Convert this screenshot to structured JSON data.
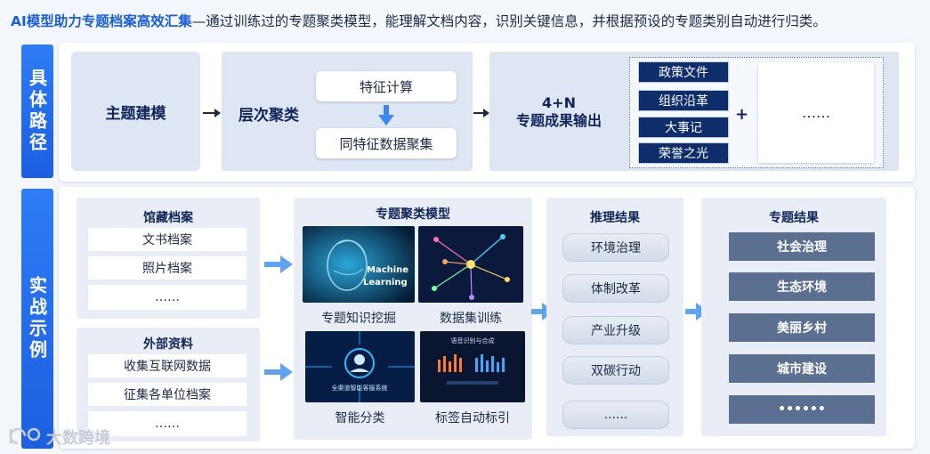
{
  "header": {
    "highlight": "AI模型助力专题档案高效汇集",
    "rest": "—通过训练过的专题聚类模型，能理解文档内容，识别关键信息，并根据预设的专题类别自动进行归类。"
  },
  "path_section": {
    "side_label": "具体路径",
    "step1": "主题建模",
    "step2": "层次聚类",
    "feature_calc": "特征计算",
    "feature_cluster": "同特征数据聚集",
    "output_line1": "4+N",
    "output_line2": "专题成果输出",
    "outputs": [
      "政策文件",
      "组织沿革",
      "大事记",
      "荣誉之光"
    ],
    "plus": "+",
    "more": "……"
  },
  "example_section": {
    "side_label": "实战示例",
    "collection": {
      "title": "馆藏档案",
      "items": [
        "文书档案",
        "照片档案",
        "……"
      ]
    },
    "external": {
      "title": "外部资料",
      "items": [
        "收集互联网数据",
        "征集各单位档案",
        "……"
      ]
    },
    "model": {
      "title": "专题聚类模型",
      "captions": [
        "专题知识挖掘",
        "数据集训练",
        "智能分类",
        "标签自动标引"
      ],
      "img1_text": [
        "Machine",
        "Learning"
      ],
      "img3_text": "全渠道智能客服系统",
      "img4_text": "语音识别与合成"
    },
    "inference": {
      "title": "推理结果",
      "items": [
        "环境治理",
        "体制改革",
        "产业升级",
        "双碳行动",
        "......"
      ]
    },
    "results": {
      "title": "专题结果",
      "items": [
        "社会治理",
        "生态环境",
        "美丽乡村",
        "城市建设",
        "••••••"
      ]
    }
  },
  "watermark": "大数跨境",
  "colors": {
    "accent_blue": "#1a5fd6",
    "navy": "#0e2d6b",
    "slate": "#5b6f91"
  }
}
